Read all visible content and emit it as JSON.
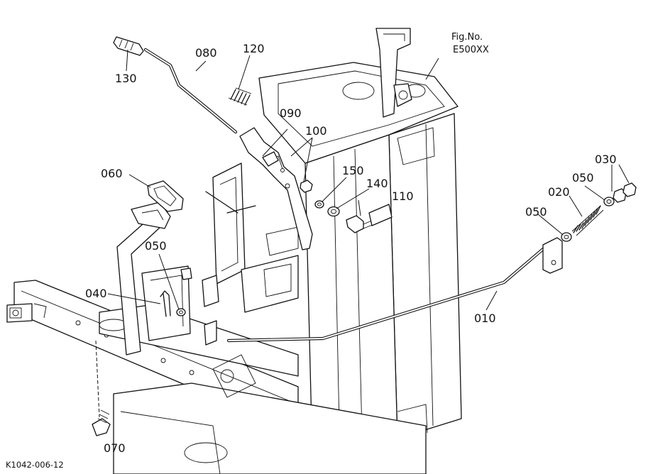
{
  "figure": {
    "label_line1": "Fig.No.",
    "label_line2": "E500XX"
  },
  "drawing_code": "K1042-006-12",
  "callouts": {
    "c010": "010",
    "c020": "020",
    "c030": "030",
    "c040": "040",
    "c050a": "050",
    "c050b": "050",
    "c050c": "050",
    "c060": "060",
    "c070": "070",
    "c080": "080",
    "c090": "090",
    "c100": "100",
    "c110": "110",
    "c120": "120",
    "c130": "130",
    "c140": "140",
    "c150": "150"
  }
}
